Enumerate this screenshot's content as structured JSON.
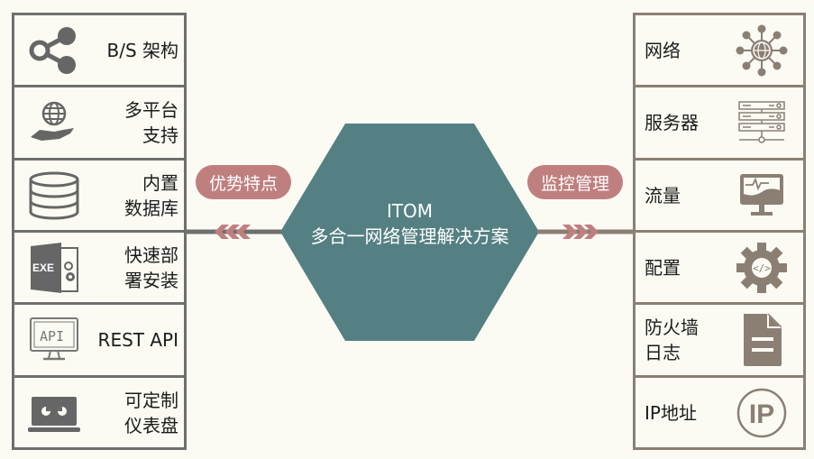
{
  "colors": {
    "background": "#fbfbf4",
    "left_border": "#6f6f6f",
    "right_border": "#8b7f74",
    "pill": "#c07f7f",
    "hexagon": "#558083",
    "left_icon": "#666666",
    "right_icon": "#8b7f74"
  },
  "center": {
    "title": "ITOM",
    "subtitle": "多合一网络管理解决方案"
  },
  "left_pill": {
    "label": "优势特点"
  },
  "right_pill": {
    "label": "监控管理"
  },
  "left_panel": {
    "items": [
      {
        "line1": "B/S 架构",
        "line2": "",
        "icon": "share-icon"
      },
      {
        "line1": "多平台",
        "line2": "支持",
        "icon": "globe-hand-icon"
      },
      {
        "line1": "内置",
        "line2": "数据库",
        "icon": "database-icon"
      },
      {
        "line1": "快速部",
        "line2": "署安装",
        "icon": "exe-install-icon"
      },
      {
        "line1": "REST API",
        "line2": "",
        "icon": "api-monitor-icon"
      },
      {
        "line1": "可定制",
        "line2": "仪表盘",
        "icon": "dashboard-laptop-icon"
      }
    ]
  },
  "right_panel": {
    "items": [
      {
        "line1": "网络",
        "line2": "",
        "icon": "network-globe-icon"
      },
      {
        "line1": "服务器",
        "line2": "",
        "icon": "server-rack-icon"
      },
      {
        "line1": "流量",
        "line2": "",
        "icon": "traffic-monitor-icon"
      },
      {
        "line1": "配置",
        "line2": "",
        "icon": "config-gear-icon"
      },
      {
        "line1": "防火墙",
        "line2": "日志",
        "icon": "log-document-icon"
      },
      {
        "line1": "IP地址",
        "line2": "",
        "icon": "ip-address-icon"
      }
    ]
  }
}
